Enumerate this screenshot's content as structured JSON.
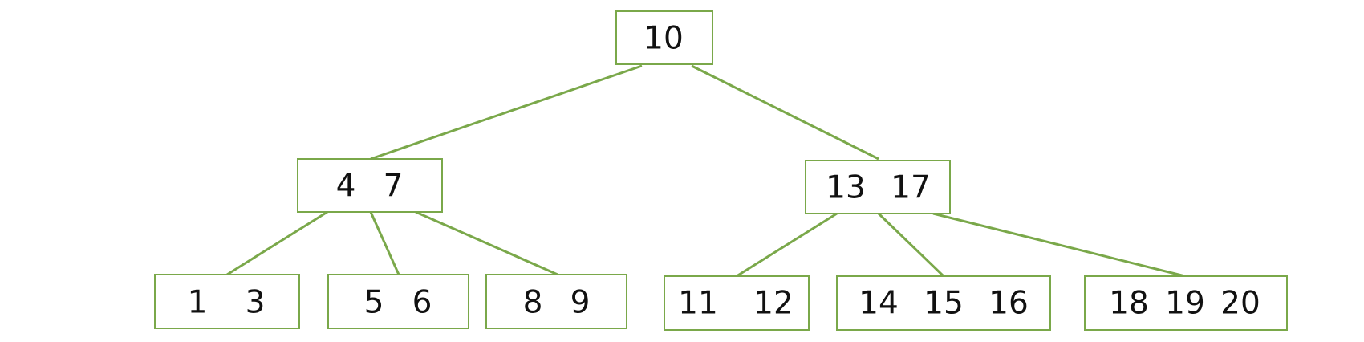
{
  "colors": {
    "node_border": "#7aa84a",
    "edge": "#7aa84a",
    "text": "#111111",
    "background": "#ffffff"
  },
  "tree": {
    "root": {
      "keys": [
        "10"
      ]
    },
    "level1": [
      {
        "keys": [
          "4",
          "7"
        ]
      },
      {
        "keys": [
          "13",
          "17"
        ]
      }
    ],
    "level2": [
      {
        "keys": [
          "1",
          "3"
        ]
      },
      {
        "keys": [
          "5",
          "6"
        ]
      },
      {
        "keys": [
          "8",
          "9"
        ]
      },
      {
        "keys": [
          "11",
          "12"
        ]
      },
      {
        "keys": [
          "14",
          "15",
          "16"
        ]
      },
      {
        "keys": [
          "18",
          "19",
          "20"
        ]
      }
    ]
  }
}
